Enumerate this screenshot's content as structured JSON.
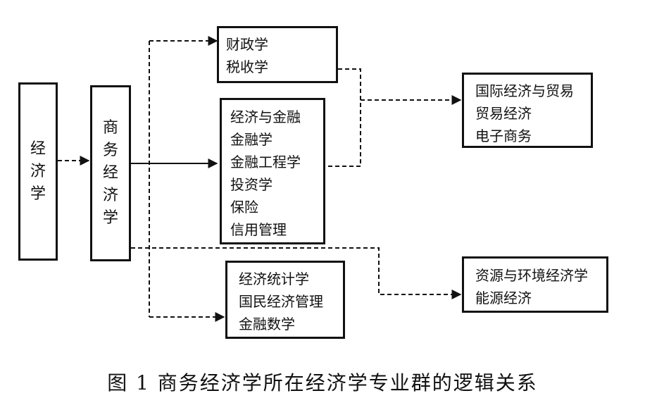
{
  "boxes": {
    "economics": {
      "chars": [
        "经",
        "济",
        "学"
      ]
    },
    "business_economics": {
      "chars": [
        "商",
        "务",
        "经",
        "济",
        "学"
      ]
    },
    "public_finance": {
      "items": [
        "财政学",
        "税收学"
      ]
    },
    "finance_group": {
      "items": [
        "经济与金融",
        "金融学",
        "金融工程学",
        "投资学",
        "保险",
        "信用管理"
      ]
    },
    "statistics_group": {
      "items": [
        "经济统计学",
        "国民经济管理",
        "金融数学"
      ]
    },
    "trade_group": {
      "items": [
        "国际经济与贸易",
        "贸易经济",
        "电子商务"
      ]
    },
    "resource_group": {
      "items": [
        "资源与环境经济学",
        "能源经济"
      ]
    }
  },
  "caption": "图 1   商务经济学所在经济学专业群的逻辑关系",
  "colors": {
    "line": "#111111",
    "background": "#ffffff"
  }
}
